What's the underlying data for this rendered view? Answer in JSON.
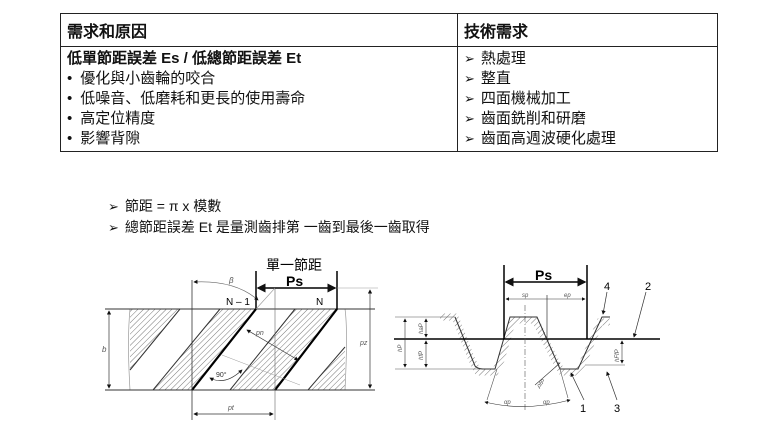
{
  "table": {
    "headers": [
      "需求和原因",
      "技術需求"
    ],
    "left_title": "低單節距誤差 Es / 低總節距誤差 Et",
    "left_items": [
      "優化與小齒輪的咬合",
      "低噪音、低磨耗和更長的使用壽命",
      "高定位精度",
      "影響背隙"
    ],
    "right_items": [
      "熱處理",
      "整直",
      "四面機械加工",
      "齒面銑削和研磨",
      "齒面高週波硬化處理"
    ],
    "arrow_icon": "➢"
  },
  "notes": [
    "節距 = π x 模數",
    "總節距誤差 Et 是量測齒排第 一齒到最後一齒取得"
  ],
  "diagram_left": {
    "title": "單一節距",
    "ps": "Ps",
    "n_minus_1": "N – 1",
    "n": "N",
    "beta": "β",
    "b": "b",
    "pn": "pn",
    "pz": "pz",
    "pt": "pt",
    "angle": "90°"
  },
  "diagram_right": {
    "ps": "Ps",
    "sp": "sp",
    "ep": "ep",
    "hP": "hP",
    "haP": "haP",
    "hfP": "hfP",
    "hFfP": "hFfP",
    "rho": "ρfP",
    "alpha_left": "αp",
    "alpha_right": "αp",
    "callouts": [
      "1",
      "2",
      "3",
      "4"
    ]
  }
}
